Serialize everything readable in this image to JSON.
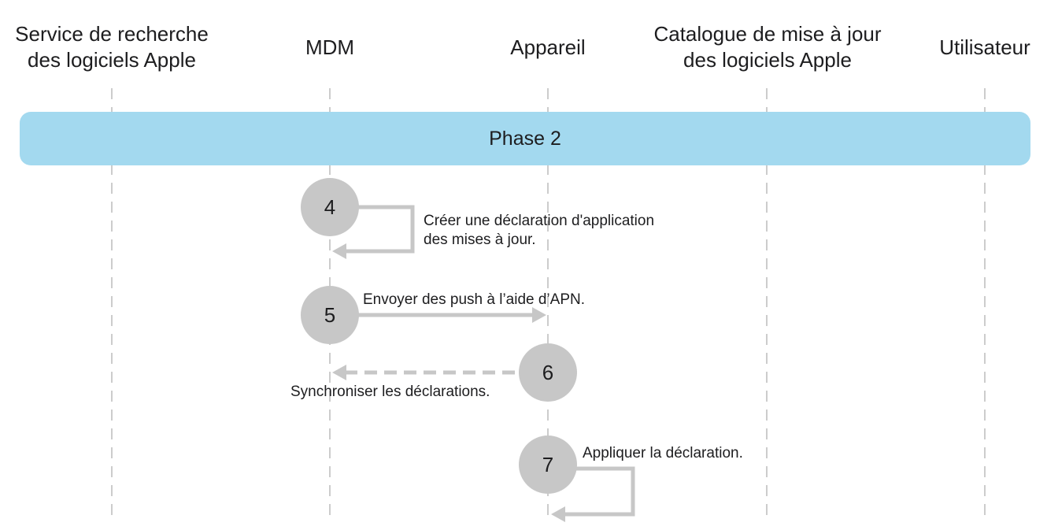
{
  "lanes": [
    {
      "title": "Service de recherche\ndes logiciels Apple"
    },
    {
      "title": "MDM"
    },
    {
      "title": "Appareil"
    },
    {
      "title": "Catalogue de mise à jour\ndes logiciels Apple"
    },
    {
      "title": "Utilisateur"
    }
  ],
  "phase": {
    "label": "Phase 2"
  },
  "steps": [
    {
      "number": "4",
      "label": "Créer une déclaration d'application\ndes mises à jour."
    },
    {
      "number": "5",
      "label": "Envoyer des push à l’aide d’APN."
    },
    {
      "number": "6",
      "label": "Synchroniser les déclarations."
    },
    {
      "number": "7",
      "label": "Appliquer la déclaration."
    }
  ],
  "colors": {
    "phase_bar": "#a3d9ef",
    "step_circle": "#c7c7c7",
    "arrow": "#c7c7c7",
    "lifeline": "#b0b0b0"
  }
}
